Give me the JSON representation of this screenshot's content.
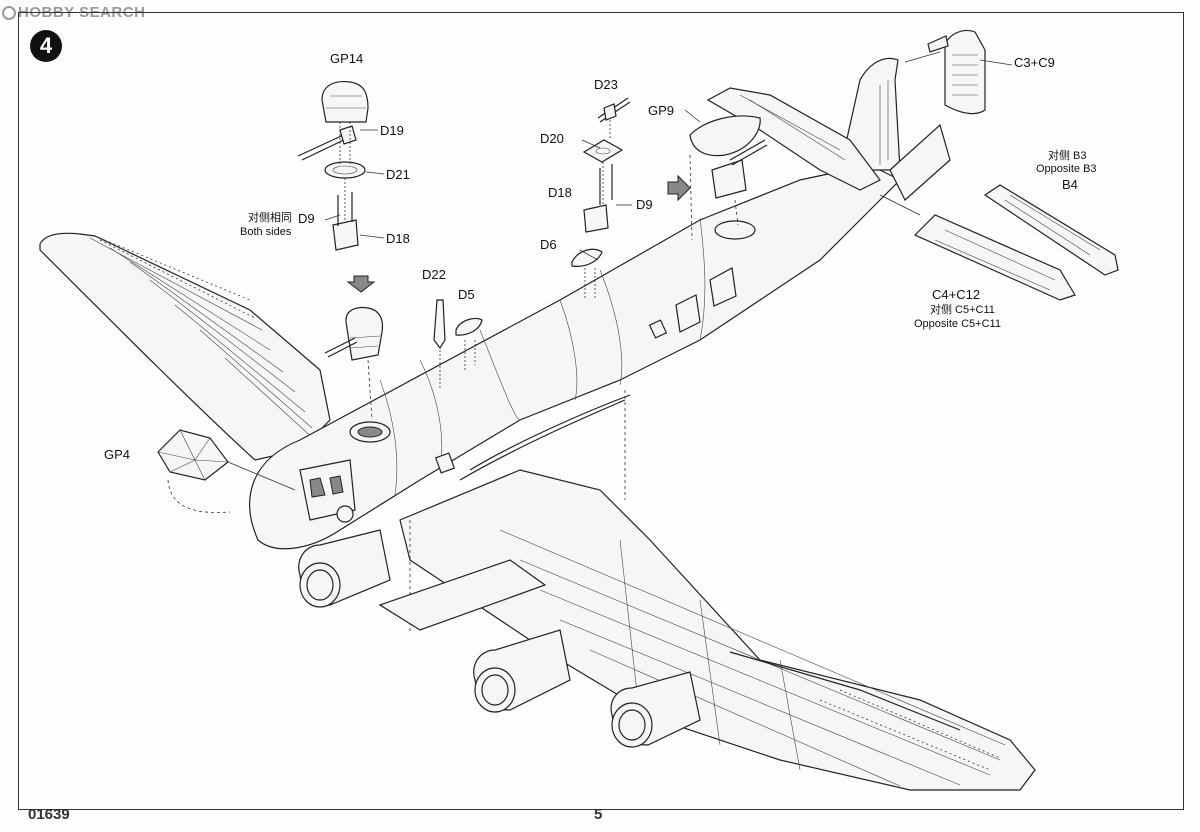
{
  "watermark": {
    "text": "HOBBY SEARCH"
  },
  "step": {
    "number": "4"
  },
  "labels": {
    "gp14": "GP14",
    "d19": "D19",
    "d21": "D21",
    "d9_left": "D9",
    "both_sides_cn": "对侧相同",
    "both_sides_en": "Both sides",
    "d18_left": "D18",
    "gp4": "GP4",
    "d22": "D22",
    "d5": "D5",
    "d23": "D23",
    "d20": "D20",
    "d18_mid": "D18",
    "d9_mid": "D9",
    "d6": "D6",
    "gp9": "GP9",
    "c3c9": "C3+C9",
    "b3_cn": "对侧 B3",
    "b3_en": "Opposite B3",
    "b4": "B4",
    "c4c12": "C4+C12",
    "c5c11_cn": "对侧 C5+C11",
    "c5c11_en": "Opposite C5+C11"
  },
  "footer": {
    "kit_number": "01639",
    "page_number": "5"
  }
}
